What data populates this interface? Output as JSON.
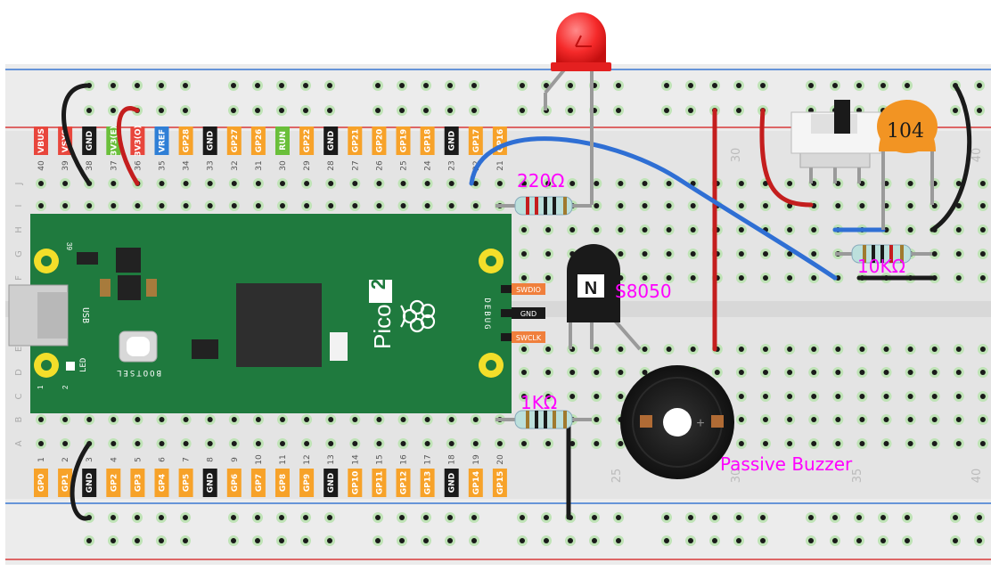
{
  "components": {
    "resistor_220": "220Ω",
    "resistor_1k": "1KΩ",
    "resistor_10k": "10KΩ",
    "transistor": "S8050",
    "transistor_type": "N",
    "buzzer": "Passive Buzzer",
    "capacitor": "104"
  },
  "pico": {
    "logo_text": "Pico",
    "logo_num": "2",
    "usb": "USB",
    "led": "LED",
    "bootsel": "BOOTSEL",
    "debug": "DEBUG",
    "debug_pins": [
      "SWDIO",
      "GND",
      "SWCLK"
    ],
    "pin1": "1",
    "pin2": "2",
    "pin39": "39"
  },
  "top_pins": [
    {
      "num": "40",
      "label": "VBUS",
      "color": "#e8463c"
    },
    {
      "num": "39",
      "label": "VSYS",
      "color": "#e8463c"
    },
    {
      "num": "38",
      "label": "GND",
      "color": "#1a1a1a"
    },
    {
      "num": "37",
      "label": "3V3(E)",
      "color": "#6abf3a"
    },
    {
      "num": "36",
      "label": "3V3(O)",
      "color": "#e8463c"
    },
    {
      "num": "35",
      "label": "VREF",
      "color": "#2f7fd6"
    },
    {
      "num": "34",
      "label": "GP28",
      "color": "#f7a229"
    },
    {
      "num": "33",
      "label": "GND",
      "color": "#1a1a1a"
    },
    {
      "num": "32",
      "label": "GP27",
      "color": "#f7a229"
    },
    {
      "num": "31",
      "label": "GP26",
      "color": "#f7a229"
    },
    {
      "num": "30",
      "label": "RUN",
      "color": "#6abf3a"
    },
    {
      "num": "29",
      "label": "GP22",
      "color": "#f7a229"
    },
    {
      "num": "28",
      "label": "GND",
      "color": "#1a1a1a"
    },
    {
      "num": "27",
      "label": "GP21",
      "color": "#f7a229"
    },
    {
      "num": "26",
      "label": "GP20",
      "color": "#f7a229"
    },
    {
      "num": "25",
      "label": "GP19",
      "color": "#f7a229"
    },
    {
      "num": "24",
      "label": "GP18",
      "color": "#f7a229"
    },
    {
      "num": "23",
      "label": "GND",
      "color": "#1a1a1a"
    },
    {
      "num": "22",
      "label": "GP17",
      "color": "#f7a229"
    },
    {
      "num": "21",
      "label": "GP16",
      "color": "#f7a229"
    }
  ],
  "bottom_pins": [
    {
      "num": "1",
      "label": "GP0",
      "color": "#f7a229"
    },
    {
      "num": "2",
      "label": "GP1",
      "color": "#f7a229"
    },
    {
      "num": "3",
      "label": "GND",
      "color": "#1a1a1a"
    },
    {
      "num": "4",
      "label": "GP2",
      "color": "#f7a229"
    },
    {
      "num": "5",
      "label": "GP3",
      "color": "#f7a229"
    },
    {
      "num": "6",
      "label": "GP4",
      "color": "#f7a229"
    },
    {
      "num": "7",
      "label": "GP5",
      "color": "#f7a229"
    },
    {
      "num": "8",
      "label": "GND",
      "color": "#1a1a1a"
    },
    {
      "num": "9",
      "label": "GP6",
      "color": "#f7a229"
    },
    {
      "num": "10",
      "label": "GP7",
      "color": "#f7a229"
    },
    {
      "num": "11",
      "label": "GP8",
      "color": "#f7a229"
    },
    {
      "num": "12",
      "label": "GP9",
      "color": "#f7a229"
    },
    {
      "num": "13",
      "label": "GND",
      "color": "#1a1a1a"
    },
    {
      "num": "14",
      "label": "GP10",
      "color": "#f7a229"
    },
    {
      "num": "15",
      "label": "GP11",
      "color": "#f7a229"
    },
    {
      "num": "16",
      "label": "GP12",
      "color": "#f7a229"
    },
    {
      "num": "17",
      "label": "GP13",
      "color": "#f7a229"
    },
    {
      "num": "18",
      "label": "GND",
      "color": "#1a1a1a"
    },
    {
      "num": "19",
      "label": "GP14",
      "color": "#f7a229"
    },
    {
      "num": "20",
      "label": "GP15",
      "color": "#f7a229"
    }
  ],
  "row_letters_top": [
    "J",
    "I",
    "H",
    "G",
    "F"
  ],
  "row_letters_bottom": [
    "E",
    "D",
    "C",
    "B",
    "A"
  ],
  "column_numbers_top": [
    "30",
    "35",
    "40"
  ],
  "column_numbers_bottom": [
    "25",
    "30",
    "35",
    "40"
  ]
}
